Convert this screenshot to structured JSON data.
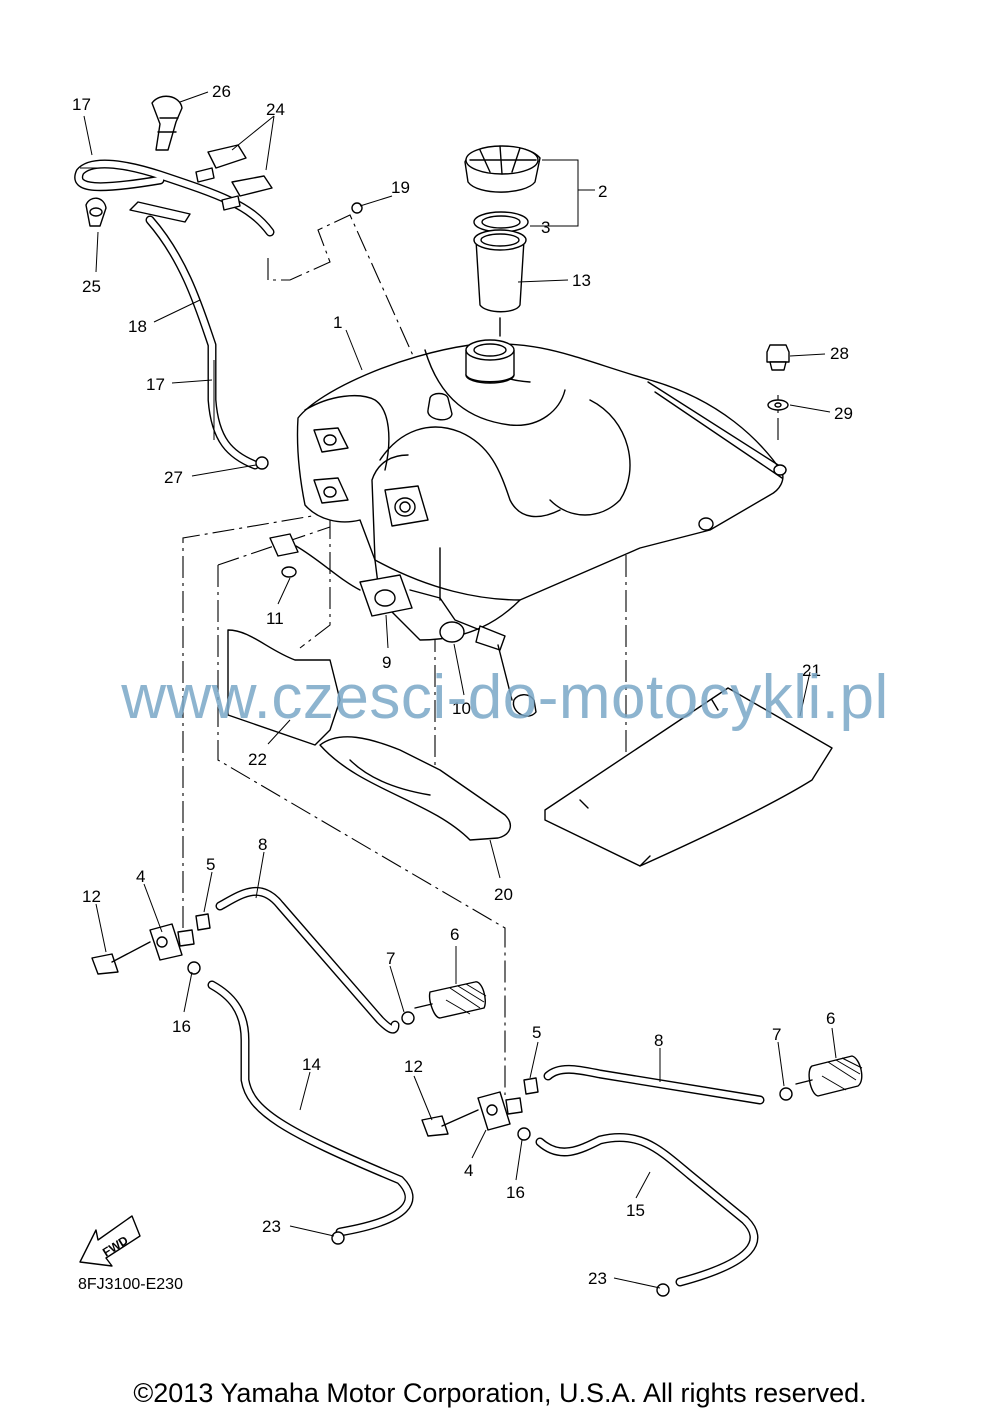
{
  "diagram": {
    "drawing_code": "8FJ3100-E230",
    "fwd_label": "FWD",
    "watermark": "www.czesci-do-motocykli.pl",
    "copyright": "©2013 Yamaha Motor Corporation, U.S.A. All rights reserved.",
    "callouts": {
      "c1": "1",
      "c2": "2",
      "c3": "3",
      "c13": "13",
      "c19": "19",
      "c26": "26",
      "c24": "24",
      "c17a": "17",
      "c25": "25",
      "c18": "18",
      "c17b": "17",
      "c27": "27",
      "c28": "28",
      "c29": "29",
      "c11": "11",
      "c9": "9",
      "c10": "10",
      "c22": "22",
      "c21": "21",
      "c20": "20",
      "c8a": "8",
      "c12a": "12",
      "c4a": "4",
      "c5a": "5",
      "c16a": "16",
      "c7a": "7",
      "c6a": "6",
      "c14": "14",
      "c23a": "23",
      "c12b": "12",
      "c5b": "5",
      "c8b": "8",
      "c7b": "7",
      "c6b": "6",
      "c4b": "4",
      "c16b": "16",
      "c15": "15",
      "c23b": "23"
    }
  }
}
